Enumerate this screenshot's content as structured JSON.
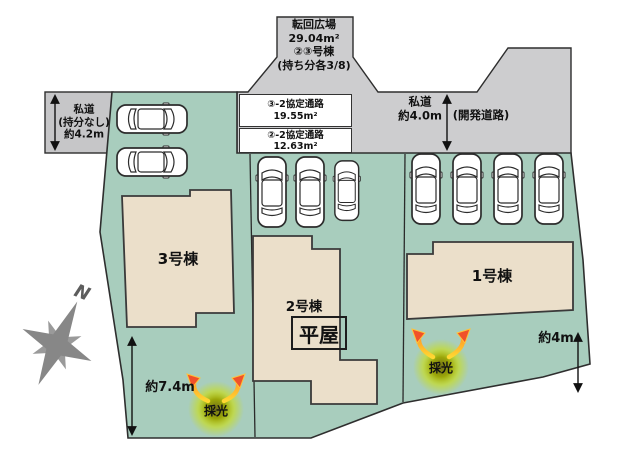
{
  "turning_area": {
    "name": "転回広場",
    "area": "29.04m²",
    "owners": "②③号棟",
    "share": "(持ち分各3/8)"
  },
  "road_left": {
    "name": "私道",
    "note": "(持分なし)",
    "width": "約4.2m"
  },
  "road_right": {
    "name": "私道",
    "width": "約4.0m",
    "type": "(開発道路)"
  },
  "passages": [
    {
      "name": "③-2協定通路",
      "area": "19.55m²"
    },
    {
      "name": "②-2協定通路",
      "area": "12.63m²"
    }
  ],
  "buildings": {
    "b1": "1号棟",
    "b2": "2号棟",
    "b2_type": "平屋",
    "b3": "3号棟"
  },
  "dimensions": {
    "plot3_depth": "約7.4m",
    "plot1_side": "約4m"
  },
  "lighting": "採光",
  "compass_n": "N",
  "colors": {
    "plot_green": "#a8cdbd",
    "road_gray": "#c6c6c8",
    "turn_gray": "#cdcdcf",
    "building_beige": "#ebdfca",
    "glow_yellow": "#cfe000",
    "arrow_orange": "#f0512a",
    "arrow_yellow": "#ffd832",
    "outline": "#2e2e2e"
  }
}
